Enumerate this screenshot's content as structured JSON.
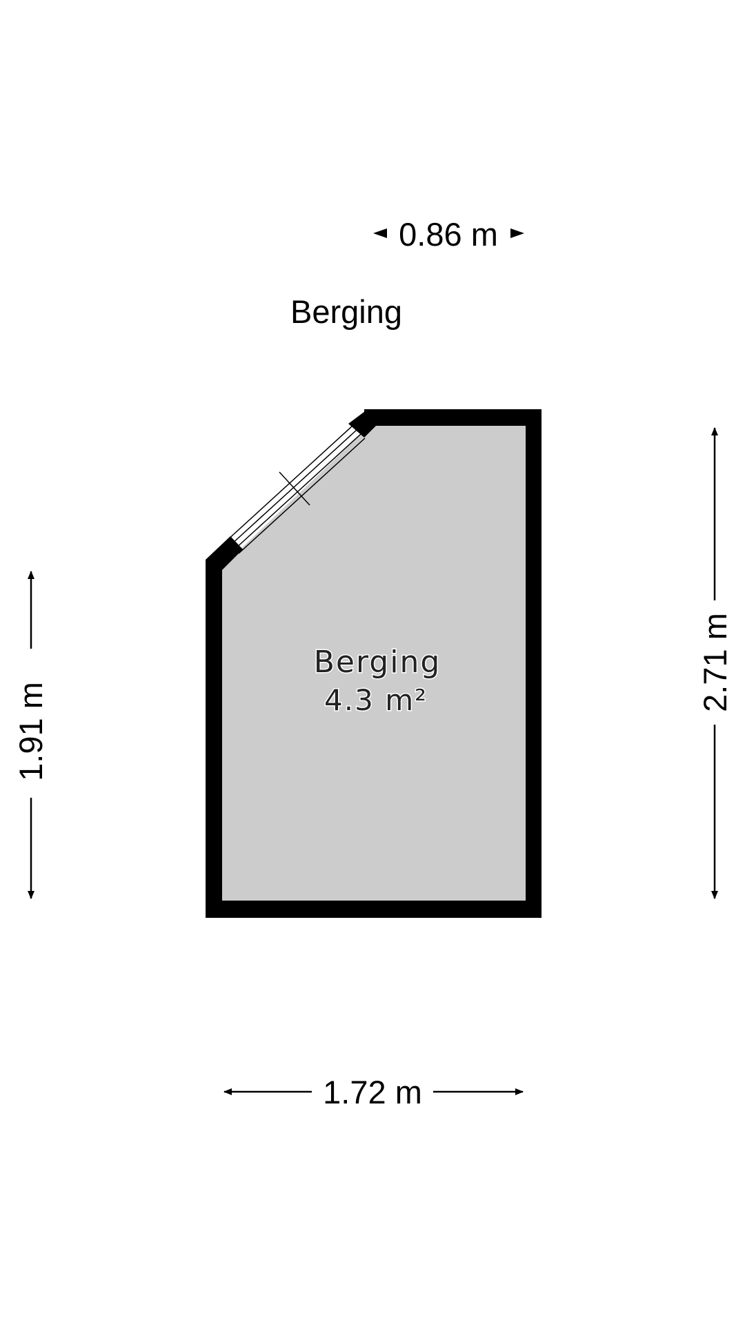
{
  "header": {
    "title": "Berging"
  },
  "room": {
    "name": "Berging",
    "area": "4.3 m²"
  },
  "dimensions": {
    "top": "0.86 m",
    "left": "1.91 m",
    "right": "2.71 m",
    "bottom": "1.72 m"
  },
  "colors": {
    "wall": "#000000",
    "floor": "#cccccc",
    "background": "#ffffff"
  }
}
